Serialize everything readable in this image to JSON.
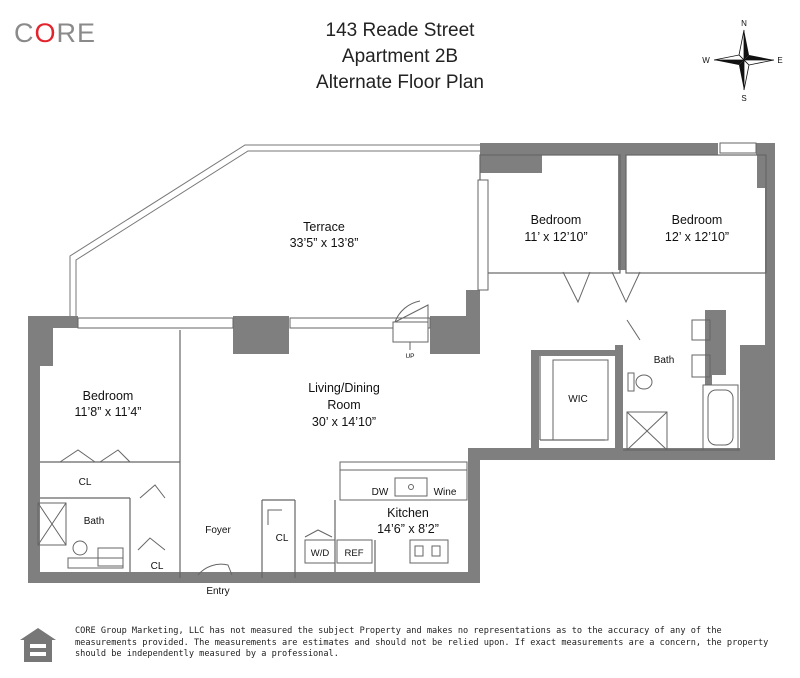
{
  "logo": {
    "prefix": "C",
    "highlight": "O",
    "suffix": "RE"
  },
  "heading": {
    "line1": "143 Reade Street",
    "line2": "Apartment 2B",
    "line3": "Alternate Floor Plan"
  },
  "compass": {
    "n": "N",
    "s": "S",
    "e": "E",
    "w": "W"
  },
  "rooms": {
    "terrace": {
      "name": "Terrace",
      "dims": "33’5” x 13’8”"
    },
    "bedroom1": {
      "name": "Bedroom",
      "dims": "11’ x 12’10”"
    },
    "bedroom2": {
      "name": "Bedroom",
      "dims": "12’ x 12’10”"
    },
    "bedroom3": {
      "name": "Bedroom",
      "dims": "11’8” x 11’4”"
    },
    "living": {
      "name1": "Living/Dining",
      "name2": "Room",
      "dims": "30’ x 14’10”"
    },
    "kitchen": {
      "name": "Kitchen",
      "dims": "14’6” x 8’2”"
    }
  },
  "labels": {
    "up": "UP",
    "bath_right": "Bath",
    "bath_left": "Bath",
    "wic": "WIC",
    "cl_bedroom": "CL",
    "cl_bath": "CL",
    "cl_foyer": "CL",
    "foyer": "Foyer",
    "entry": "Entry",
    "dw": "DW",
    "wine": "Wine",
    "wd": "W/D",
    "ref": "REF"
  },
  "disclaimer": "CORE Group Marketing, LLC has not measured the subject Property and makes no representations as to the accuracy of any of the measurements provided. The measurements are estimates and should not be relied upon. If exact measurements are a concern, the property should be independently measured by a professional.",
  "colors": {
    "wall": "#7f7f7f",
    "logo_gray": "#8a8a8a",
    "logo_red": "#e2242c"
  }
}
